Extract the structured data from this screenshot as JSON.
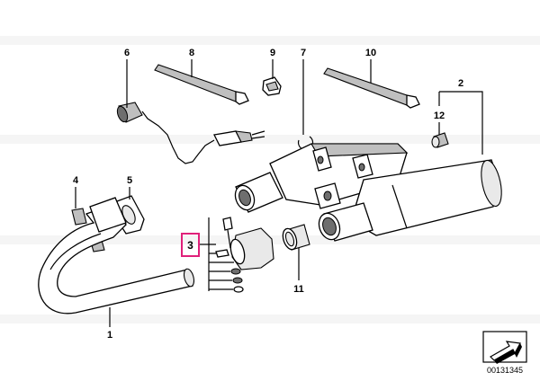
{
  "callouts": {
    "c1": "1",
    "c2": "2",
    "c3": "3",
    "c4": "4",
    "c5": "5",
    "c6": "6",
    "c7": "7",
    "c8": "8",
    "c9": "9",
    "c10": "10",
    "c11": "11",
    "c12": "12"
  },
  "highlighted_callout": "3",
  "diagram_code": "00131345",
  "colors": {
    "highlight": "#e0207a",
    "line": "#000000",
    "shade": "#bfbfbf"
  },
  "icons": {
    "corner": "arrow-icon"
  }
}
